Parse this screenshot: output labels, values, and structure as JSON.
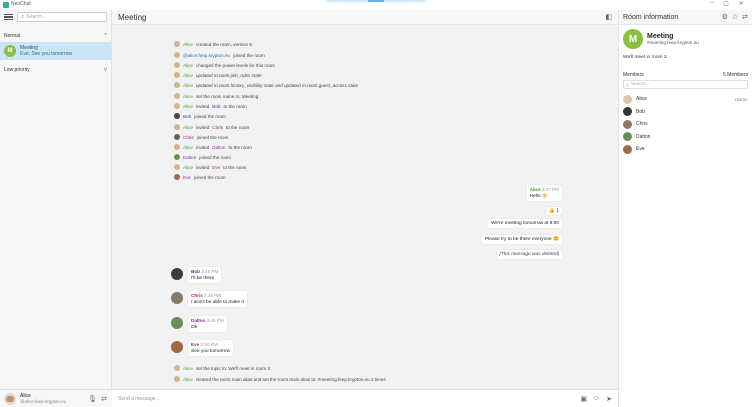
{
  "app": {
    "title": "NeoChat",
    "window_buttons": [
      "–",
      "▢",
      "✕"
    ]
  },
  "sidebar": {
    "search_placeholder": "Search...",
    "sections": [
      {
        "label": "Normal",
        "chevron": "^"
      },
      {
        "label": "Low priority",
        "chevron": "v"
      }
    ],
    "rooms": [
      {
        "initial": "M",
        "name": "Meeting",
        "last_message": "Eve: See you tomorrow"
      }
    ],
    "account": {
      "name": "Alice",
      "id": "@alice:feep.krypton.eu"
    }
  },
  "room": {
    "title": "Meeting",
    "events": [
      {
        "actor": "Alice",
        "text": "created the room, version 6"
      },
      {
        "actor": "@alice:feep.krypton.eu",
        "text": "joined the room"
      },
      {
        "actor": "Alice",
        "text": "changed the power levels for this room"
      },
      {
        "actor": "Alice",
        "text": "updated m.room.join_rules state"
      },
      {
        "actor": "Alice",
        "text": "updated m.room.history_visibility state and updated m.room.guest_access state"
      },
      {
        "actor": "Alice",
        "text": "set the room name to: Meeting"
      },
      {
        "actor": "Alice",
        "text": "invited",
        "target": "Bob",
        "suffix": "to the room"
      },
      {
        "actor": "Bob",
        "text": "joined the room"
      },
      {
        "actor": "Alice",
        "text": "invited",
        "target": "Chris",
        "suffix": "to the room"
      },
      {
        "actor": "Chris",
        "text": "joined the room"
      },
      {
        "actor": "Alice",
        "text": "invited",
        "target": "Dalton",
        "suffix": "to the room"
      },
      {
        "actor": "Dalton",
        "text": "joined the room"
      },
      {
        "actor": "Alice",
        "text": "invited",
        "target": "Eve",
        "suffix": "to the room"
      },
      {
        "actor": "Eve",
        "text": "joined the room"
      }
    ],
    "own_messages": {
      "sender": "Alice",
      "time": "3:47 PM",
      "first": "Hello 👋",
      "reaction": {
        "emoji": "👍",
        "count": "1"
      },
      "second": "We're meeting tomorrow at 8:00",
      "third": "Please try to be there everyone 😊",
      "deleted": "[This message was deleted]"
    },
    "messages": [
      {
        "sender": "Bob",
        "time": "3:48 PM",
        "text": "I'll be there"
      },
      {
        "sender": "Chris",
        "time": "3:48 PM",
        "text": "I won't be able to make it"
      },
      {
        "sender": "Dalton",
        "time": "3:48 PM",
        "text": "Ok"
      },
      {
        "sender": "Eve",
        "time": "3:50 PM",
        "text": "See you tomorrow"
      }
    ],
    "trailing_events": [
      {
        "actor": "Alice",
        "text": "set the topic to: We'll meet in room 3"
      },
      {
        "actor": "Alice",
        "text": "cleared the room main alias and set the room main alias to: #meeting:feep.krypton.eu 2 times"
      }
    ],
    "composer_placeholder": "Send a message..."
  },
  "room_info": {
    "header": "Room information",
    "initial": "M",
    "name": "Meeting",
    "alias": "#meeting:feep.krypton.eu",
    "topic": "We'll meet in room 3",
    "members_label": "Members",
    "members_count": "5 Members",
    "members_search_placeholder": "Search...",
    "members": [
      {
        "name": "Alice",
        "role": "Owner"
      },
      {
        "name": "Bob",
        "role": ""
      },
      {
        "name": "Chris",
        "role": ""
      },
      {
        "name": "Dalton",
        "role": ""
      },
      {
        "name": "Eve",
        "role": ""
      }
    ]
  }
}
